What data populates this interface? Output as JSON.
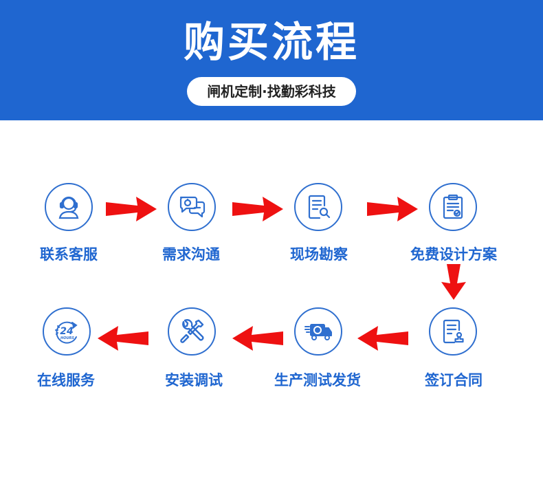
{
  "header": {
    "title": "购买流程",
    "subtitle": "闸机定制·找勤彩科技",
    "background_color": "#1f66d0"
  },
  "colors": {
    "accent": "#1f66d0",
    "arrow": "#ee1111"
  },
  "steps": [
    {
      "label": "联系客服",
      "icon": "customer-service-headset-icon"
    },
    {
      "label": "需求沟通",
      "icon": "chat-bubbles-icon"
    },
    {
      "label": "现场勘察",
      "icon": "document-search-icon"
    },
    {
      "label": "免费设计方案",
      "icon": "clipboard-check-icon"
    },
    {
      "label": "签订合同",
      "icon": "contract-stamp-icon"
    },
    {
      "label": "生产测试发货",
      "icon": "delivery-truck-icon"
    },
    {
      "label": "安装调试",
      "icon": "wrench-screwdriver-icon"
    },
    {
      "label": "在线服务",
      "icon": "24-hours-service-icon",
      "icon_text": "24",
      "icon_subtext": "HOURS"
    }
  ]
}
